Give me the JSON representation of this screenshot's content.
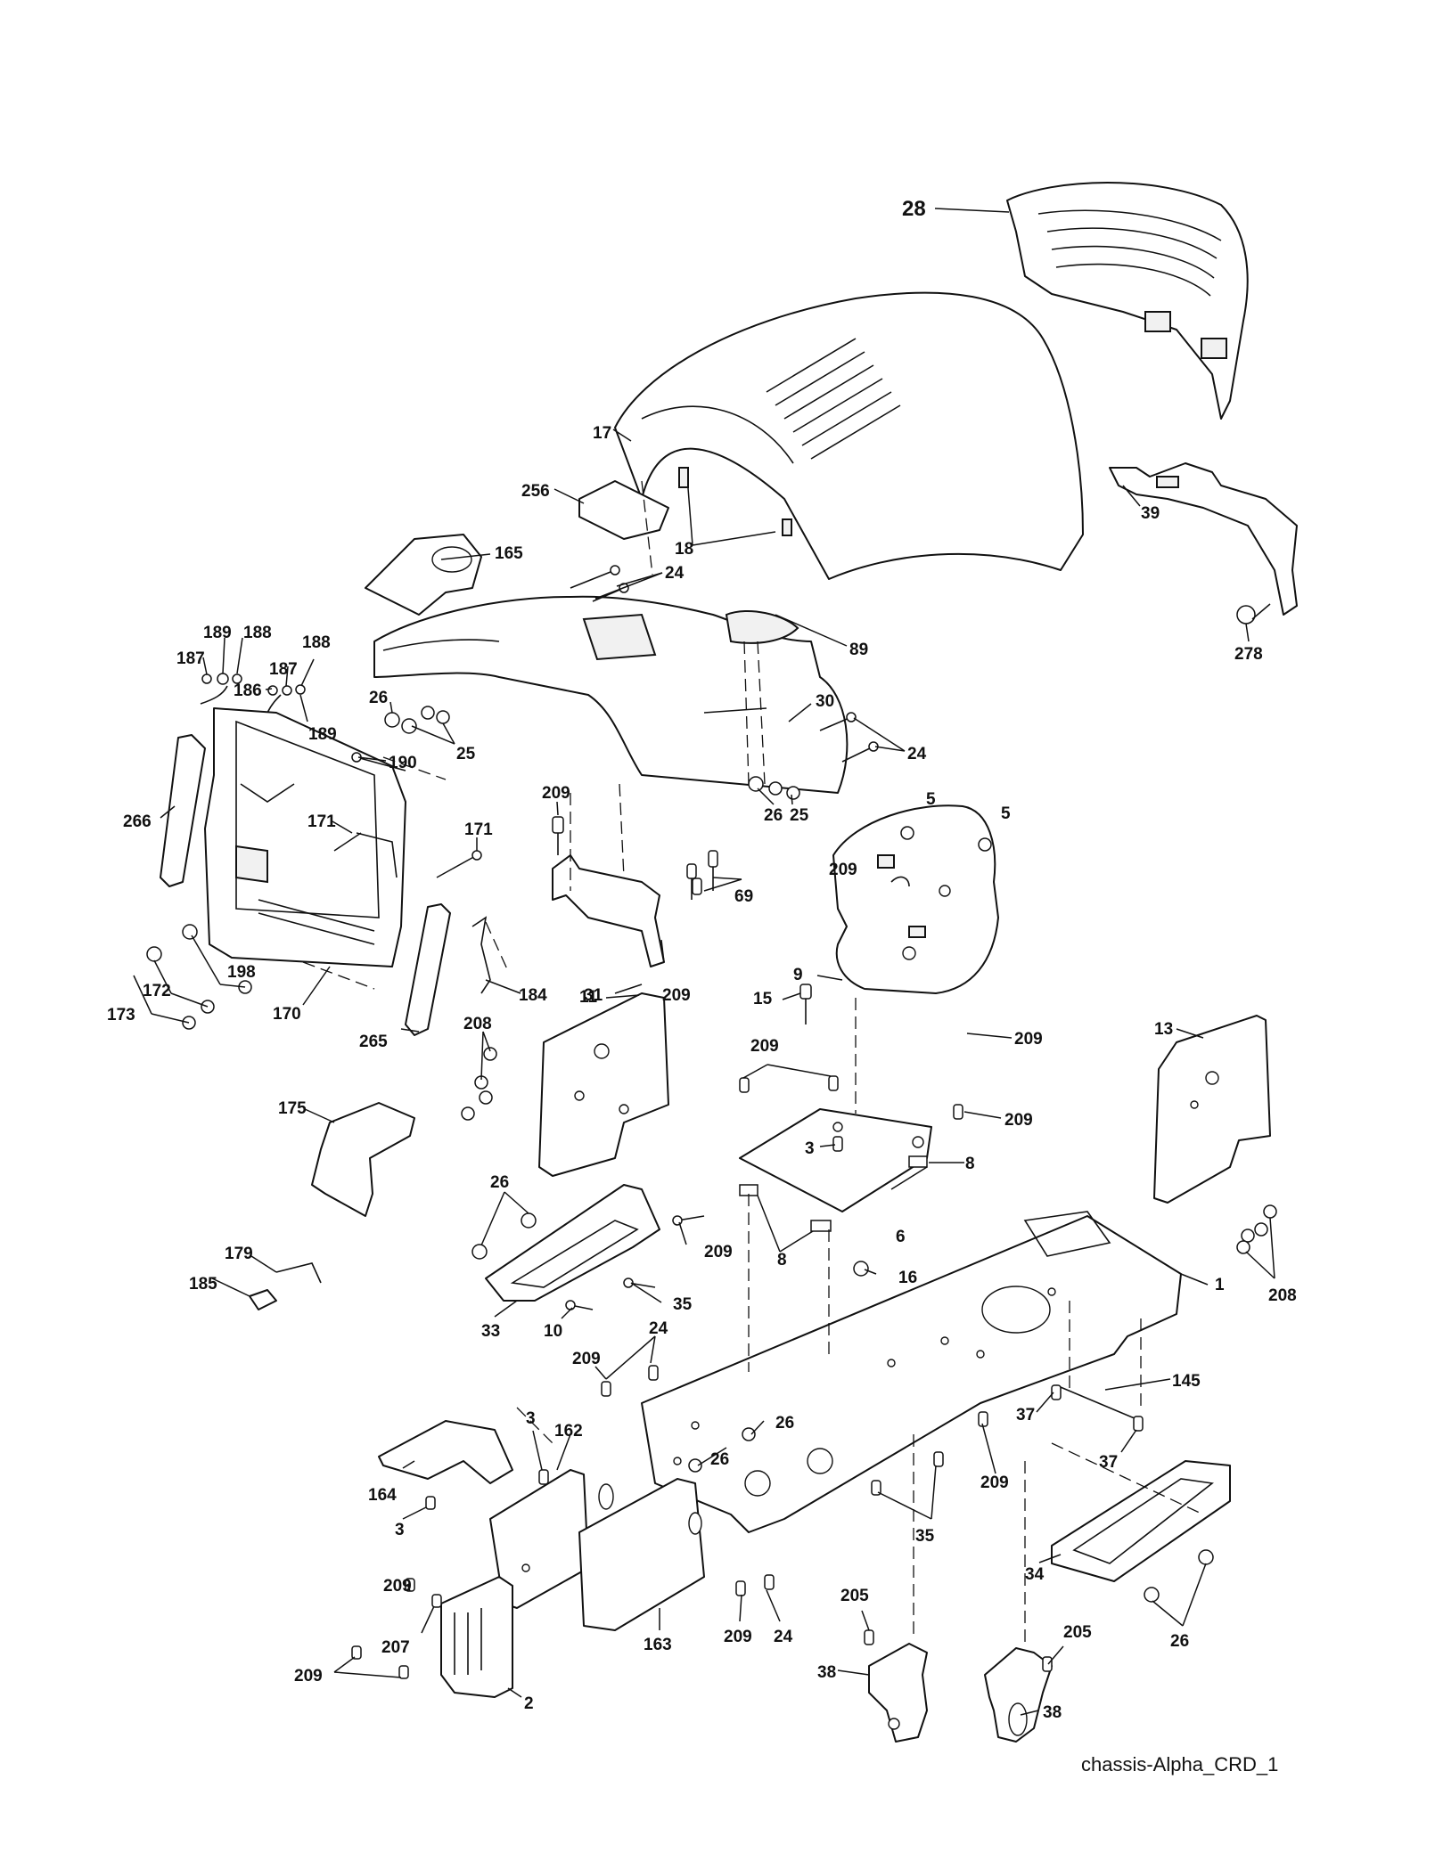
{
  "caption": "chassis-Alpha_CRD_1",
  "labels": {
    "l28": "28",
    "l17": "17",
    "l256": "256",
    "l18": "18",
    "l165": "165",
    "l24a": "24",
    "l89": "89",
    "l30": "30",
    "l24b": "24",
    "l39": "39",
    "l278": "278",
    "l189a": "189",
    "l188a": "188",
    "l187a": "187",
    "l187b": "187",
    "l186": "186",
    "l188b": "188",
    "l189b": "189",
    "l26a": "26",
    "l25a": "25",
    "l190": "190",
    "l266": "266",
    "l171a": "171",
    "l171b": "171",
    "l209a": "209",
    "l26b": "26",
    "l25b": "25",
    "l5a": "5",
    "l5b": "5",
    "l209b": "209",
    "l69": "69",
    "l198": "198",
    "l172": "172",
    "l173": "173",
    "l170": "170",
    "l184": "184",
    "l265": "265",
    "l31": "31",
    "l209c": "209",
    "l9": "9",
    "l15": "15",
    "l11": "11",
    "l209d": "209",
    "l208a": "208",
    "l13": "13",
    "l209e": "209",
    "l209f": "209",
    "l3a": "3",
    "l8a": "8",
    "l175": "175",
    "l26c": "26",
    "l209g": "209",
    "l8b": "8",
    "l6": "6",
    "l16": "16",
    "l1": "1",
    "l208b": "208",
    "l179": "179",
    "l185": "185",
    "l33": "33",
    "l35a": "35",
    "l10": "10",
    "l24c": "24",
    "l209h": "209",
    "l145": "145",
    "l37a": "37",
    "l37b": "37",
    "l3b": "3",
    "l162": "162",
    "l26d": "26",
    "l26e": "26",
    "l164": "164",
    "l209i": "209",
    "l35b": "35",
    "l3c": "3",
    "l209j": "209",
    "l207": "207",
    "l209k": "209",
    "l2": "2",
    "l163": "163",
    "l209l": "209",
    "l24d": "24",
    "l205a": "205",
    "l38a": "38",
    "l34": "34",
    "l26f": "26",
    "l205b": "205",
    "l38b": "38"
  }
}
